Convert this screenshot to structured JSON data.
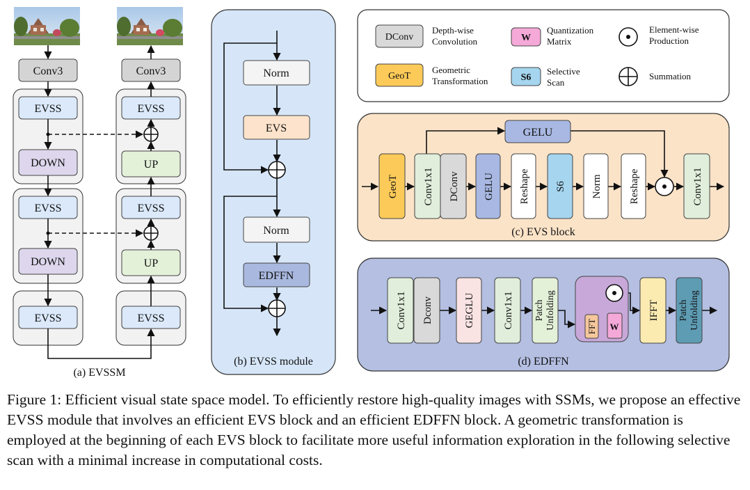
{
  "figure": {
    "evssm": {
      "caption": "(a) EVSSM",
      "conv_left": "Conv3",
      "conv_right": "Conv3",
      "evss": "EVSS",
      "down": "DOWN",
      "up": "UP"
    },
    "module": {
      "caption": "(b) EVSS module",
      "norm1": "Norm",
      "evs": "EVS",
      "norm2": "Norm",
      "edffn": "EDFFN"
    },
    "legend": {
      "dconv_box": "DConv",
      "dconv_text_1": "Depth-wise",
      "dconv_text_2": "Convolution",
      "geot_box": "GeoT",
      "geot_text_1": "Geometric",
      "geot_text_2": "Transformation",
      "w_box": "W",
      "w_text_1": "Quantization",
      "w_text_2": "Matrix",
      "s6_box": "S6",
      "s6_text_1": "Selective",
      "s6_text_2": "Scan",
      "elem_text_1": "Element-wise",
      "elem_text_2": "Production",
      "sum_text": "Summation"
    },
    "evs_block": {
      "caption": "(c) EVS block",
      "gelu_top": "GELU",
      "geot": "GeoT",
      "conv1": "Conv1x1",
      "dconv": "DConv",
      "gelu": "GELU",
      "reshape1": "Reshape",
      "s6": "S6",
      "norm": "Norm",
      "reshape2": "Reshape",
      "conv2": "Conv1x1"
    },
    "edffn": {
      "caption": "(d) EDFFN",
      "conv1": "Conv1x1",
      "dconv": "Dconv",
      "geglu": "GEGLU",
      "conv2": "Conv1x1",
      "patch1_1": "Patch",
      "patch1_2": "Unfolding",
      "fft": "FFT",
      "w": "W",
      "ifft": "IFFT",
      "patch2_1": "Patch",
      "patch2_2": "Unfolding"
    },
    "colors": {
      "evss": "#dbe9fb",
      "down": "#ddd6ec",
      "up": "#e4f1d9",
      "conv3": "#d4d4d4",
      "module_bg": "#d6e6f8",
      "evs": "#fde3cb",
      "edffn_box": "#a9b8df",
      "evs_panel": "#fbe3c8",
      "geot": "#fbca58",
      "conv_green": "#e0eedb",
      "dconv": "#d9d9d9",
      "gelu": "#a8b8e2",
      "s6": "#a5d5ef",
      "edffn_panel": "#b4bfe2",
      "geglu": "#f9e3e3",
      "fft_group": "#c7a8d8",
      "fft": "#f6c79d",
      "w": "#f5a9d9",
      "ifft": "#fcebb1",
      "patch_dark": "#5e9cb4"
    }
  },
  "caption": "Figure 1: Efficient visual state space model. To efficiently restore high-quality images with SSMs, we propose an effective EVSS module that involves an efficient EVS block and an efficient EDFFN block. A geometric transformation is employed at the beginning of each EVS block to facilitate more useful information exploration in the following selective scan with a minimal increase in computational costs."
}
